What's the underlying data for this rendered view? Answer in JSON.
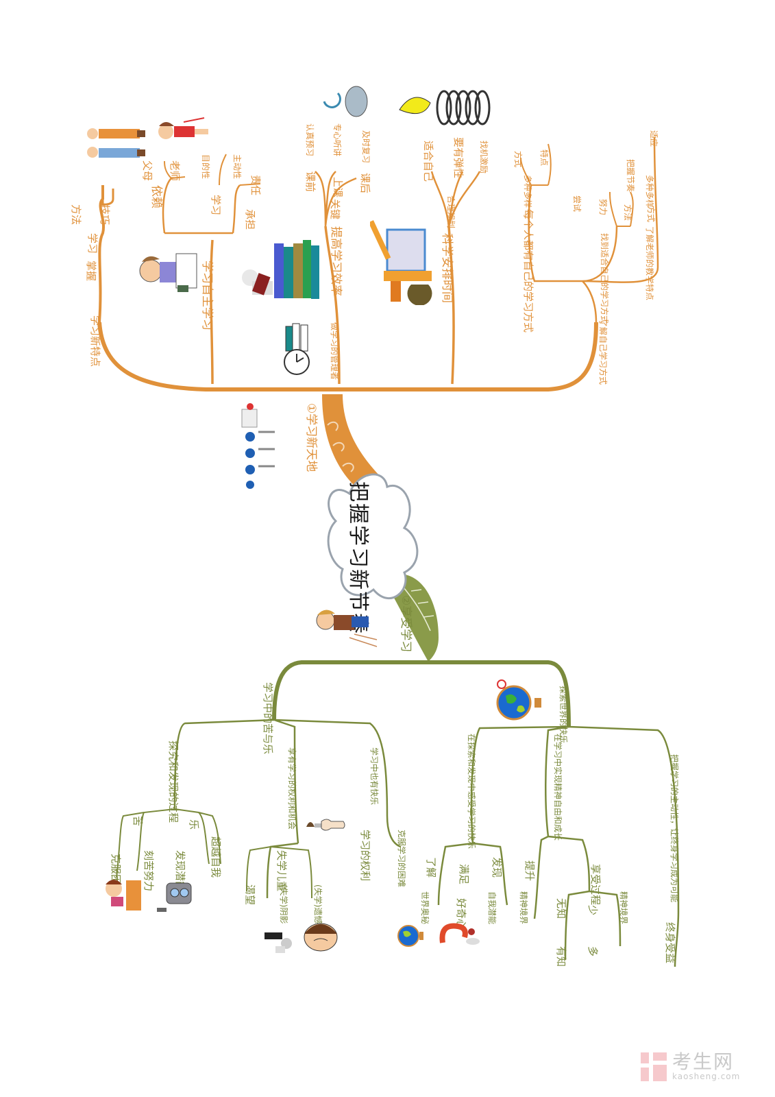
{
  "center": {
    "title": "把握学习新节奏"
  },
  "branch1": {
    "number": "①",
    "label": "学习新天地",
    "color": "#e0913a",
    "nodes": {
      "xxxtd": "学习新特点",
      "lei": "学习",
      "shuju": "掌握",
      "fangfa": "方法",
      "jiqiao": "技巧",
      "zizhu": "学习自主学习",
      "yilai": "依赖",
      "fumu": "父母",
      "laoshi": "老师",
      "xuexi": "学习",
      "mudixing": "目的性",
      "zhudongxing": "主动性",
      "chengdan": "承担",
      "zeren": "责任",
      "xiaolv": "提高学习效率",
      "guanjian": "关键",
      "kqian": "课前",
      "renzhen": "认真预习",
      "shangke": "上课",
      "zhuanxin": "专心听讲",
      "khou": "课后",
      "jishi": "及时复习",
      "anpai": "科学安排时间",
      "heli": "合理规划",
      "shihe": "适合自己",
      "tanxing": "要有弹性",
      "jili": "找机激励",
      "guanli": "做学习的管理者",
      "liaojie": "了解自己学习方式",
      "meigeren": "每个人都有自己的学习方式",
      "duozhong": "多种多样",
      "fangshi": "方式",
      "tedian": "特点",
      "zhaodao": "找到适合自己的学习方式",
      "changshi": "尝试",
      "nuli": "努力",
      "fangfa2": "方法",
      "bawojiezou": "把握节奏",
      "liaojielaoshi": "了解老师的教学特点",
      "fangshi2": "方式",
      "duozhongduoyang": "多种多样",
      "shiying": "适应"
    }
  },
  "branch2": {
    "number": "②",
    "label": "享受学习",
    "color": "#7a8a3c",
    "nodes": {
      "kuaile": "学习中的苦与乐",
      "tansuo": "探究和发现的过程",
      "ku": "苦",
      "le": "乐",
      "kefu": "克服困难",
      "kechi": "刻苦努力",
      "faxian": "发现潜能",
      "chaoyue": "超越自我",
      "quanli": "享有学习的权利和机会",
      "shixue": "失学儿童",
      "kewang": "渴望",
      "yinying": "(失学)阴影",
      "yihan": "(失学)遗憾",
      "quanli2": "学习的权利",
      "gengyoukuaile": "学习中也有快乐",
      "kefujiedian": "克服学习的困难",
      "shijie": "探索世界的快乐",
      "lejiao": "在探索和发现中感受学习的快乐",
      "liaojie": "了解",
      "manzu": "满足",
      "faxian2": "发现",
      "shijieaomi": "世界奥秘",
      "haoqixin": "好奇心",
      "ziwoqianneng": "自我潜能",
      "shengming": "在学习中实现精神自由和成长",
      "tisheng": "提升",
      "jingshenjingjie": "精神境界",
      "wuzhi": "无知",
      "shaoduo": "少",
      "duo": "多",
      "xiangshou": "享受过程",
      "jingshen2": "精神境界",
      "youzhi": "有知",
      "zhongshen": "把握学习的主动性，让终身学习成为可能",
      "zhongshenshouyi": "终身受益"
    }
  },
  "watermark": {
    "cn": "考生网",
    "en": "kaosheng.com"
  }
}
